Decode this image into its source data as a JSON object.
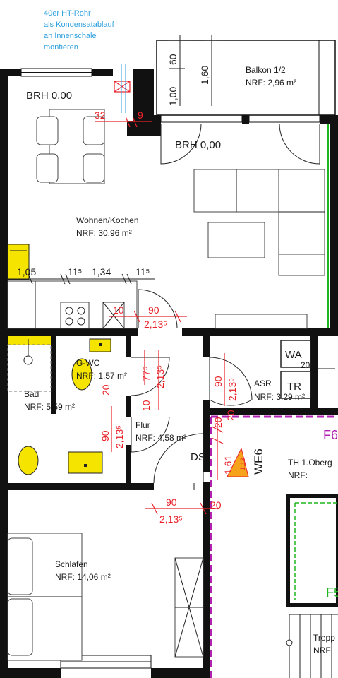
{
  "note_lines": [
    "40er HT-Rohr",
    "als Kondensatablauf",
    "an Innenschale",
    "montieren"
  ],
  "rooms": {
    "balkon": {
      "name": "Balkon 1/2",
      "area": "NRF: 2,96 m²"
    },
    "wohnen": {
      "name": "Wohnen/Kochen",
      "area": "NRF:   30,96 m²"
    },
    "gwc": {
      "name": "G-WC",
      "area": "NRF: 1,57 m²"
    },
    "asr": {
      "name": "ASR",
      "area": "NRF: 3,29 m²"
    },
    "bad": {
      "name": "Bad",
      "area": "NRF: 5,59 m²"
    },
    "flur": {
      "name": "Flur",
      "area": "NRF: 4,58 m²"
    },
    "schlafen": {
      "name": "Schlafen",
      "area": "NRF: 14,06 m²"
    },
    "th": {
      "name": "TH 1.Oberg",
      "area": "NRF:"
    },
    "treppe": {
      "name": "Trepp",
      "area": "NRF:"
    }
  },
  "labels": {
    "brh_left": "BRH 0,00",
    "brh_balkon": "BRH 0,00",
    "ds": "DS",
    "wa": "WA",
    "tr": "TR",
    "we6": "WE6",
    "f6": "F6",
    "fs": "F5"
  },
  "dimensions": {
    "bal_60": "60",
    "bal_160": "1,60",
    "bal_100": "1,00",
    "d32": "32",
    "d9": "9",
    "k105": "1,05",
    "k115a": "11⁵",
    "k134": "1,34",
    "k115b": "11⁵",
    "d10a": "10",
    "d90a": "90",
    "d2135a": "2,13⁵",
    "d20a": "20",
    "d775": "77⁵",
    "d2135b": "2,13⁵",
    "d20b": "20",
    "d10b": "10",
    "d90b": "90",
    "d2135c": "2,13⁵",
    "d90c": "90",
    "d2135d": "2,13⁵",
    "d20c": "20",
    "d20d": "20",
    "d161": "1,61",
    "d113": "1,13",
    "d90d": "90",
    "d2135e": "2,13⁵",
    "d20e": "20",
    "wa20": "20"
  }
}
